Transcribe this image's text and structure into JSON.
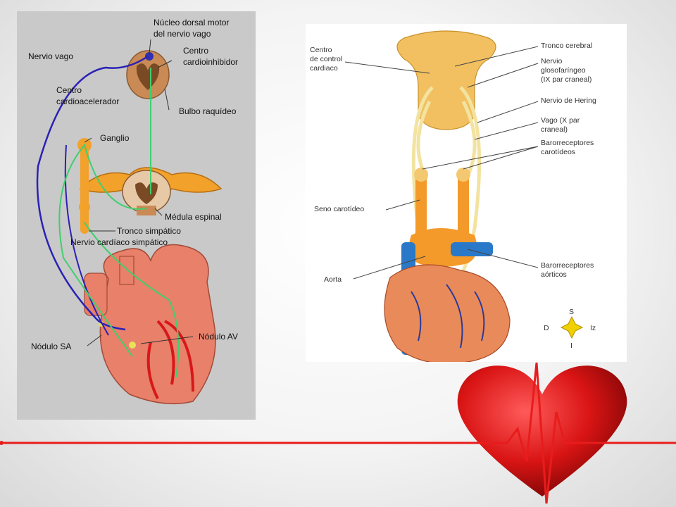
{
  "left_diagram": {
    "labels": {
      "nucleo_line1": "Núcleo dorsal motor",
      "nucleo_line2": "del nervio vago",
      "nervio_vago": "Nervio vago",
      "centro_cardio_line1": "Centro",
      "centro_cardio_line2": "cardioinhibidor",
      "centro_acel_line1": "Centro",
      "centro_acel_line2": "cardioacelerador",
      "bulbo": "Bulbo raquídeo",
      "ganglio": "Ganglio",
      "medula": "Médula espinal",
      "tronco_simpatico": "Tronco simpático",
      "nervio_cardiaco": "Nervio cardíaco simpático",
      "nodulo_av": "Nódulo AV",
      "nodulo_sa": "Nódulo SA"
    },
    "colors": {
      "vagus": "#2a21b5",
      "sympathetic": "#3fcf6f",
      "ganglion": "#f2a12a",
      "heart": "#e8806a"
    }
  },
  "right_diagram": {
    "labels": {
      "centro_control_line1": "Centro",
      "centro_control_line2": "de control",
      "centro_control_line3": "cardiaco",
      "tronco_cerebral": "Tronco cerebral",
      "glosofaringeo_line1": "Nervio",
      "glosofaringeo_line2": "glosofaríngeo",
      "glosofaringeo_line3": "(IX par craneal)",
      "hering": "Nervio de Hering",
      "vago_line1": "Vago (X par",
      "vago_line2": "craneal)",
      "baro_carot_line1": "Barorreceptores",
      "baro_carot_line2": "carotídeos",
      "seno_carotideo": "Seno carotídeo",
      "aorta": "Aorta",
      "baro_aort_line1": "Barorreceptores",
      "baro_aort_line2": "aórticos",
      "compass_s": "S",
      "compass_d": "D",
      "compass_iz": "Iz",
      "compass_i": "I"
    },
    "colors": {
      "nerve": "#f3e3a0",
      "artery": "#f39a2a",
      "vein": "#2a78c8",
      "brainstem": "#f2c060"
    }
  },
  "decoration": {
    "ecg_color": "#e81c1c",
    "heart_color": "#d91414",
    "heart_icon": "heart-icon"
  }
}
